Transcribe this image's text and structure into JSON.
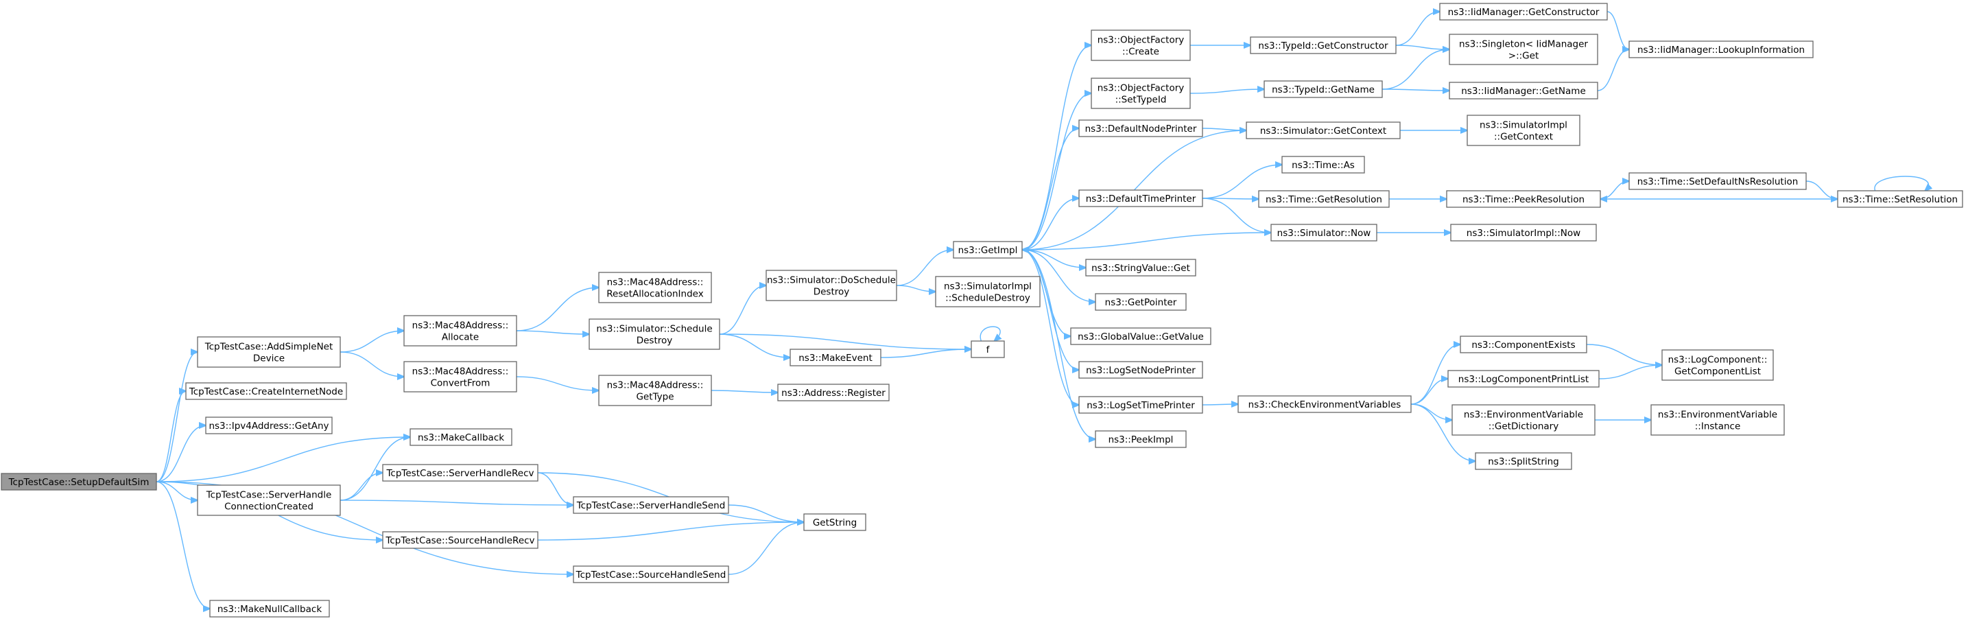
{
  "title": "",
  "colors": {
    "edge": "#63b8ff",
    "node_border": "#666666",
    "root_fill": "#999999",
    "node_fill": "#ffffff"
  },
  "nodes": [
    {
      "id": "root",
      "lines": [
        "TcpTestCase::SetupDefaultSim"
      ],
      "root": true
    },
    {
      "id": "addsimple",
      "lines": [
        "TcpTestCase::AddSimpleNet",
        "Device"
      ]
    },
    {
      "id": "createinternet",
      "lines": [
        "TcpTestCase::CreateInternetNode"
      ]
    },
    {
      "id": "ipv4any",
      "lines": [
        "ns3::Ipv4Address::GetAny"
      ]
    },
    {
      "id": "makecallback",
      "lines": [
        "ns3::MakeCallback"
      ]
    },
    {
      "id": "serverconn",
      "lines": [
        "TcpTestCase::ServerHandle",
        "ConnectionCreated"
      ]
    },
    {
      "id": "serverrecv",
      "lines": [
        "TcpTestCase::ServerHandleRecv"
      ]
    },
    {
      "id": "serversend",
      "lines": [
        "TcpTestCase::ServerHandleSend"
      ]
    },
    {
      "id": "sourcerecv",
      "lines": [
        "TcpTestCase::SourceHandleRecv"
      ]
    },
    {
      "id": "sourcesend",
      "lines": [
        "TcpTestCase::SourceHandleSend"
      ]
    },
    {
      "id": "getstring",
      "lines": [
        "GetString"
      ]
    },
    {
      "id": "makenull",
      "lines": [
        "ns3::MakeNullCallback"
      ]
    },
    {
      "id": "macalloc",
      "lines": [
        "ns3::Mac48Address::",
        "Allocate"
      ]
    },
    {
      "id": "macconvert",
      "lines": [
        "ns3::Mac48Address::",
        "ConvertFrom"
      ]
    },
    {
      "id": "macreset",
      "lines": [
        "ns3::Mac48Address::",
        "ResetAllocationIndex"
      ]
    },
    {
      "id": "schedestroy",
      "lines": [
        "ns3::Simulator::Schedule",
        "Destroy"
      ]
    },
    {
      "id": "macgettype",
      "lines": [
        "ns3::Mac48Address::",
        "GetType"
      ]
    },
    {
      "id": "doschedule",
      "lines": [
        "ns3::Simulator::DoSchedule",
        "Destroy"
      ]
    },
    {
      "id": "makeevent",
      "lines": [
        "ns3::MakeEvent"
      ]
    },
    {
      "id": "addrregister",
      "lines": [
        "ns3::Address::Register"
      ]
    },
    {
      "id": "getimpl",
      "lines": [
        "ns3::GetImpl"
      ]
    },
    {
      "id": "simimplsched",
      "lines": [
        "ns3::SimulatorImpl",
        "::ScheduleDestroy"
      ]
    },
    {
      "id": "f",
      "lines": [
        "f"
      ]
    },
    {
      "id": "objcreate",
      "lines": [
        "ns3::ObjectFactory",
        "::Create"
      ]
    },
    {
      "id": "objsettype",
      "lines": [
        "ns3::ObjectFactory",
        "::SetTypeId"
      ]
    },
    {
      "id": "defnodeprinter",
      "lines": [
        "ns3::DefaultNodePrinter"
      ]
    },
    {
      "id": "deftimeprinter",
      "lines": [
        "ns3::DefaultTimePrinter"
      ]
    },
    {
      "id": "stringvalue",
      "lines": [
        "ns3::StringValue::Get"
      ]
    },
    {
      "id": "getpointer",
      "lines": [
        "ns3::GetPointer"
      ]
    },
    {
      "id": "globalvalue",
      "lines": [
        "ns3::GlobalValue::GetValue"
      ]
    },
    {
      "id": "lognodeprinter",
      "lines": [
        "ns3::LogSetNodePrinter"
      ]
    },
    {
      "id": "logtimeprinter",
      "lines": [
        "ns3::LogSetTimePrinter"
      ]
    },
    {
      "id": "peekimpl",
      "lines": [
        "ns3::PeekImpl"
      ]
    },
    {
      "id": "typeidgetctor",
      "lines": [
        "ns3::TypeId::GetConstructor"
      ]
    },
    {
      "id": "typeidgetname",
      "lines": [
        "ns3::TypeId::GetName"
      ]
    },
    {
      "id": "simgetcontext",
      "lines": [
        "ns3::Simulator::GetContext"
      ]
    },
    {
      "id": "timeas",
      "lines": [
        "ns3::Time::As"
      ]
    },
    {
      "id": "timegetres",
      "lines": [
        "ns3::Time::GetResolution"
      ]
    },
    {
      "id": "simnow",
      "lines": [
        "ns3::Simulator::Now"
      ]
    },
    {
      "id": "checkenv",
      "lines": [
        "ns3::CheckEnvironmentVariables"
      ]
    },
    {
      "id": "iidgetctor",
      "lines": [
        "ns3::IidManager::GetConstructor"
      ]
    },
    {
      "id": "singleton",
      "lines": [
        "ns3::Singleton< IidManager",
        "  >::Get"
      ]
    },
    {
      "id": "iidgetname",
      "lines": [
        "ns3::IidManager::GetName"
      ]
    },
    {
      "id": "simimplctx",
      "lines": [
        "ns3::SimulatorImpl",
        "::GetContext"
      ]
    },
    {
      "id": "timepeekres",
      "lines": [
        "ns3::Time::PeekResolution"
      ]
    },
    {
      "id": "simimplnow",
      "lines": [
        "ns3::SimulatorImpl::Now"
      ]
    },
    {
      "id": "compexists",
      "lines": [
        "ns3::ComponentExists"
      ]
    },
    {
      "id": "logcompprint",
      "lines": [
        "ns3::LogComponentPrintList"
      ]
    },
    {
      "id": "envgetdict",
      "lines": [
        "ns3::EnvironmentVariable",
        "::GetDictionary"
      ]
    },
    {
      "id": "splitstring",
      "lines": [
        "ns3::SplitString"
      ]
    },
    {
      "id": "iidlookup",
      "lines": [
        "ns3::IidManager::LookupInformation"
      ]
    },
    {
      "id": "setdefaultres",
      "lines": [
        "ns3::Time::SetDefaultNsResolution"
      ]
    },
    {
      "id": "timesetres",
      "lines": [
        "ns3::Time::SetResolution"
      ]
    },
    {
      "id": "logcompgetlist",
      "lines": [
        "ns3::LogComponent::",
        "GetComponentList"
      ]
    },
    {
      "id": "envinstance",
      "lines": [
        "ns3::EnvironmentVariable",
        "::Instance"
      ]
    }
  ],
  "edges": [
    [
      "root",
      "addsimple"
    ],
    [
      "root",
      "createinternet"
    ],
    [
      "root",
      "ipv4any"
    ],
    [
      "root",
      "makecallback"
    ],
    [
      "root",
      "serverconn"
    ],
    [
      "root",
      "sourcerecv"
    ],
    [
      "root",
      "sourcesend"
    ],
    [
      "root",
      "makenull"
    ],
    [
      "addsimple",
      "macalloc"
    ],
    [
      "addsimple",
      "macconvert"
    ],
    [
      "serverconn",
      "makecallback"
    ],
    [
      "serverconn",
      "serverrecv"
    ],
    [
      "serverconn",
      "serversend"
    ],
    [
      "serverrecv",
      "serversend"
    ],
    [
      "serverrecv",
      "getstring"
    ],
    [
      "serversend",
      "getstring"
    ],
    [
      "sourcerecv",
      "getstring"
    ],
    [
      "sourcesend",
      "getstring"
    ],
    [
      "macalloc",
      "macreset"
    ],
    [
      "macalloc",
      "schedestroy"
    ],
    [
      "macconvert",
      "macgettype"
    ],
    [
      "macgettype",
      "addrregister"
    ],
    [
      "schedestroy",
      "doschedule"
    ],
    [
      "schedestroy",
      "makeevent"
    ],
    [
      "schedestroy",
      "f"
    ],
    [
      "makeevent",
      "f"
    ],
    [
      "f",
      "f"
    ],
    [
      "doschedule",
      "getimpl"
    ],
    [
      "doschedule",
      "simimplsched"
    ],
    [
      "getimpl",
      "objcreate"
    ],
    [
      "getimpl",
      "objsettype"
    ],
    [
      "getimpl",
      "defnodeprinter"
    ],
    [
      "getimpl",
      "deftimeprinter"
    ],
    [
      "getimpl",
      "stringvalue"
    ],
    [
      "getimpl",
      "getpointer"
    ],
    [
      "getimpl",
      "globalvalue"
    ],
    [
      "getimpl",
      "lognodeprinter"
    ],
    [
      "getimpl",
      "logtimeprinter"
    ],
    [
      "getimpl",
      "peekimpl"
    ],
    [
      "simgetcontext",
      "getimpl"
    ],
    [
      "simnow",
      "getimpl"
    ],
    [
      "objcreate",
      "typeidgetctor"
    ],
    [
      "objsettype",
      "typeidgetname"
    ],
    [
      "defnodeprinter",
      "simgetcontext"
    ],
    [
      "deftimeprinter",
      "timeas"
    ],
    [
      "deftimeprinter",
      "timegetres"
    ],
    [
      "deftimeprinter",
      "simnow"
    ],
    [
      "logtimeprinter",
      "checkenv"
    ],
    [
      "typeidgetctor",
      "iidgetctor"
    ],
    [
      "typeidgetctor",
      "singleton"
    ],
    [
      "typeidgetname",
      "singleton"
    ],
    [
      "typeidgetname",
      "iidgetname"
    ],
    [
      "simgetcontext",
      "simimplctx"
    ],
    [
      "timegetres",
      "timepeekres"
    ],
    [
      "simnow",
      "simimplnow"
    ],
    [
      "checkenv",
      "compexists"
    ],
    [
      "checkenv",
      "logcompprint"
    ],
    [
      "checkenv",
      "envgetdict"
    ],
    [
      "checkenv",
      "splitstring"
    ],
    [
      "iidgetctor",
      "iidlookup"
    ],
    [
      "iidgetname",
      "iidlookup"
    ],
    [
      "timepeekres",
      "setdefaultres"
    ],
    [
      "setdefaultres",
      "timesetres"
    ],
    [
      "timesetres",
      "timepeekres"
    ],
    [
      "timesetres",
      "timesetres"
    ],
    [
      "compexists",
      "logcompgetlist"
    ],
    [
      "logcompprint",
      "logcompgetlist"
    ],
    [
      "envgetdict",
      "envinstance"
    ]
  ]
}
